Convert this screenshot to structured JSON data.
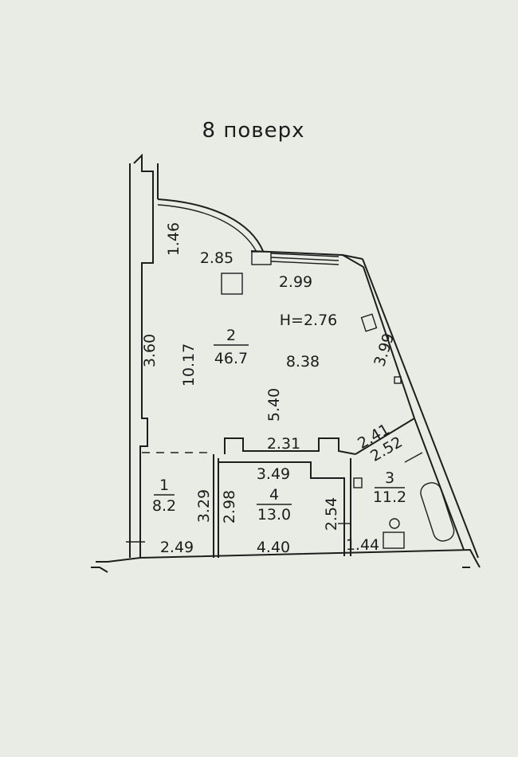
{
  "plan": {
    "title": "8 поверх",
    "ceiling_height": "H=2.76",
    "rooms": [
      {
        "number": "1",
        "area": "8.2"
      },
      {
        "number": "2",
        "area": "46.7"
      },
      {
        "number": "3",
        "area": "11.2"
      },
      {
        "number": "4",
        "area": "13.0"
      }
    ],
    "dimensions": [
      "1.46",
      "2.85",
      "2.99",
      "3.60",
      "10.17",
      "8.38",
      "5.40",
      "3.99",
      "2.41",
      "2.52",
      "2.31",
      "3.49",
      "3.29",
      "2.98",
      "2.54",
      "2.49",
      "4.40",
      "1.44"
    ]
  },
  "colors": {
    "paper": "#e9ece4",
    "ink": "#1e1e1e"
  }
}
